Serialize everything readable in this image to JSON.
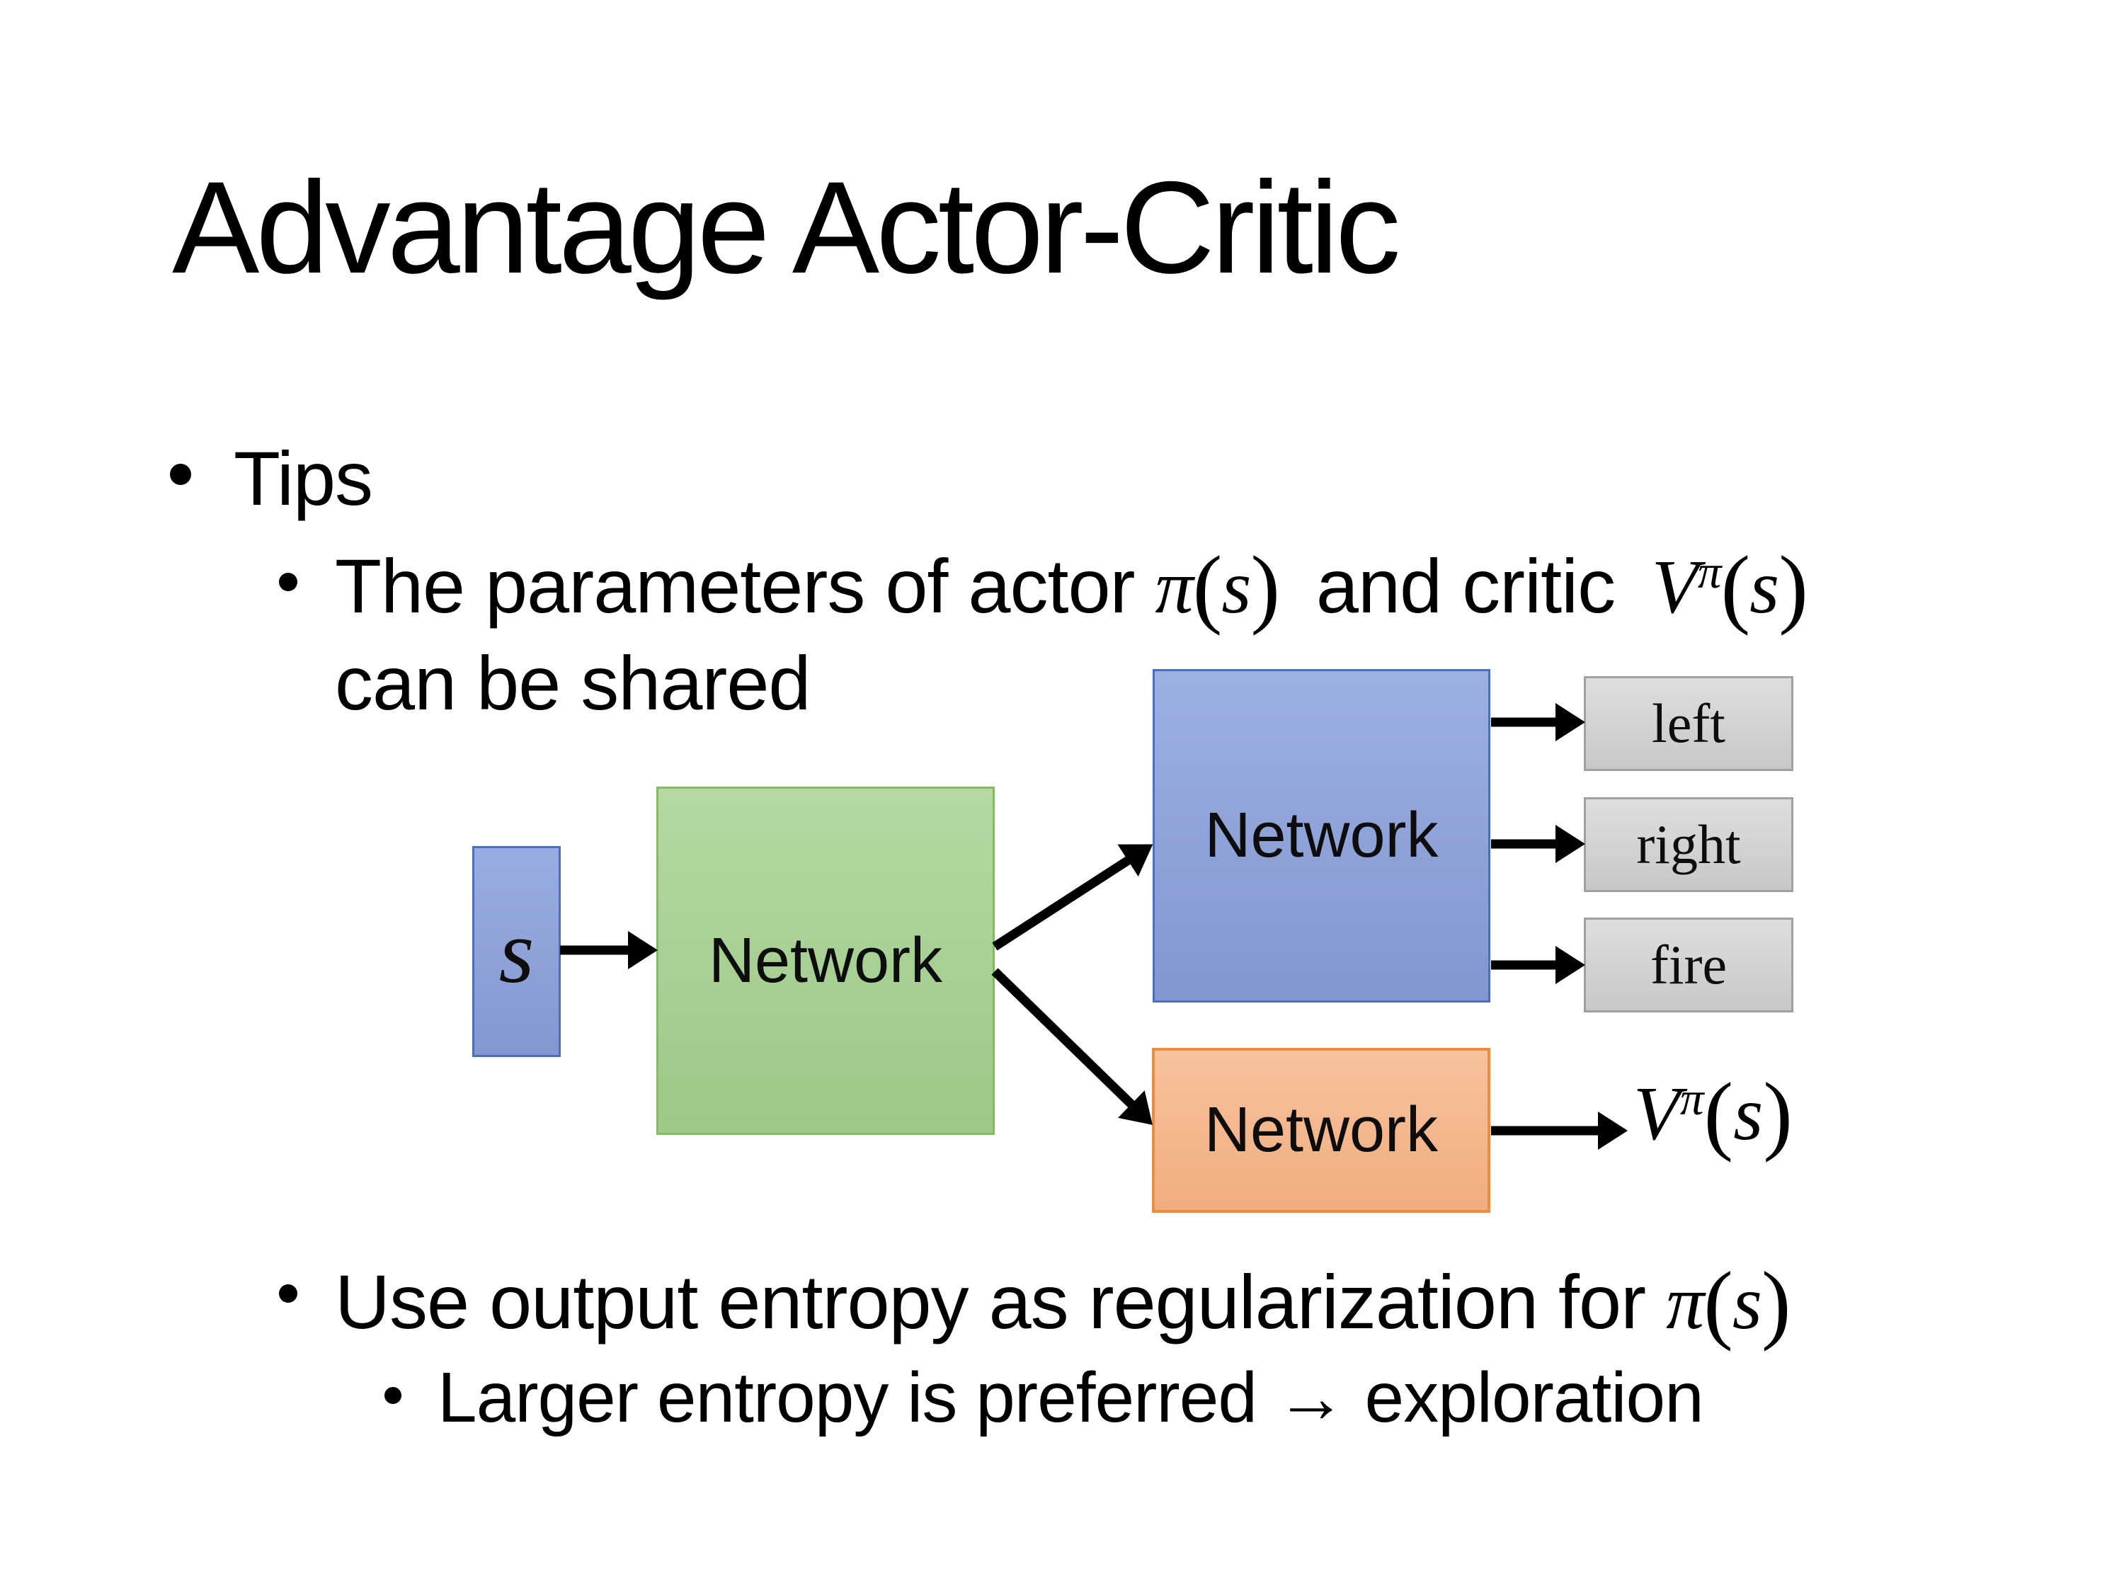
{
  "slide": {
    "title": "Advantage Actor-Critic"
  },
  "content": {
    "tips_label": "Tips",
    "param_line": {
      "prefix": "The parameters of actor ",
      "actor_pi": "π",
      "actor_open": "(",
      "actor_s": "s",
      "actor_close": ")",
      "mid": "and critic",
      "critic_V": "V",
      "critic_sup": "π",
      "critic_open": "(",
      "critic_s": "s",
      "critic_close": ")",
      "cont": "can be shared"
    },
    "entropy_line": {
      "prefix": "Use output entropy as regularization for ",
      "pi": "π",
      "open": "(",
      "s": "s",
      "close": ")"
    },
    "exploration_line": "Larger entropy is preferred → exploration"
  },
  "diagram": {
    "state_label": "s",
    "shared_network_label": "Network",
    "actor_network_label": "Network",
    "critic_network_label": "Network",
    "actions": [
      "left",
      "right",
      "fire"
    ],
    "critic_output": {
      "V": "V",
      "sup": "π",
      "open": "(",
      "s": "s",
      "close": ")"
    },
    "colors": {
      "state-fill-top": "#9aade0",
      "state-fill-bottom": "#8497d0",
      "state-border": "#4a6fc1",
      "shared-fill-top": "#b4d9a1",
      "shared-fill-bottom": "#9dc887",
      "shared-border": "#84ba63",
      "actor-fill-top": "#9db0e2",
      "actor-fill-bottom": "#8396cf",
      "actor-border": "#4a6fc1",
      "critic-fill-top": "#f7c29e",
      "critic-fill-bottom": "#f1ad7e",
      "critic-border": "#ec8c3e",
      "action-fill-top": "#dedede",
      "action-fill-bottom": "#c8c8c8",
      "action-border": "#a0a0a0",
      "arrow": "#000000",
      "text": "#000000"
    }
  }
}
